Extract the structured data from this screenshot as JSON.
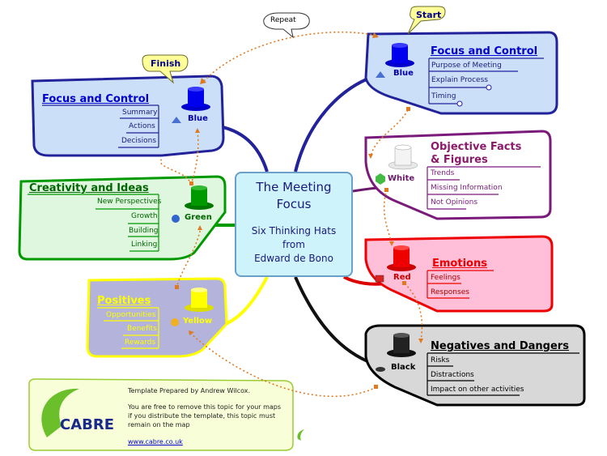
{
  "central": {
    "title_line1": "The Meeting",
    "title_line2": "Focus",
    "subtitle_line1": "Six Thinking Hats",
    "subtitle_line2": "from",
    "subtitle_line3": "Edward de Bono"
  },
  "callouts": {
    "start": "Start",
    "finish": "Finish",
    "repeat": "Repeat"
  },
  "branches": {
    "blue_start": {
      "hat": "Blue",
      "title": "Focus and Control",
      "items": [
        "Purpose of Meeting",
        "Explain Process",
        "Timing"
      ],
      "color": "#0000ee"
    },
    "white": {
      "hat": "White",
      "title_line1": "Objective Facts",
      "title_line2": "& Figures",
      "items": [
        "Trends",
        "Missing Information",
        "Not Opinions"
      ],
      "color": "#8b1a6b"
    },
    "red": {
      "hat": "Red",
      "title": "Emotions",
      "items": [
        "Feelings",
        "Responses"
      ],
      "color": "#ee0000"
    },
    "black": {
      "hat": "Black",
      "title": "Negatives and Dangers",
      "items": [
        "Risks",
        "Distractions",
        "Impact on other activities"
      ],
      "color": "#000000"
    },
    "yellow": {
      "hat": "Yellow",
      "title": "Positives",
      "items": [
        "Opportunities",
        "Benefits",
        "Rewards"
      ],
      "color": "#ffff00"
    },
    "green": {
      "hat": "Green",
      "title": "Creativity and Ideas",
      "items": [
        "New Perspectives",
        "Growth",
        "Building",
        "Linking"
      ],
      "color": "#009900"
    },
    "blue_finish": {
      "hat": "Blue",
      "title": "Focus and Control",
      "items": [
        "Summary",
        "Actions",
        "Decisions"
      ],
      "color": "#0000ee"
    }
  },
  "footer": {
    "logo": "CABRE",
    "line1": "Template Prepared by Andrew Wilcox.",
    "line2": "You are free to remove this topic for your maps",
    "line3": "if you distribute the template, this topic must",
    "line4": "remain on the map",
    "link": "www.cabre.co.uk"
  }
}
